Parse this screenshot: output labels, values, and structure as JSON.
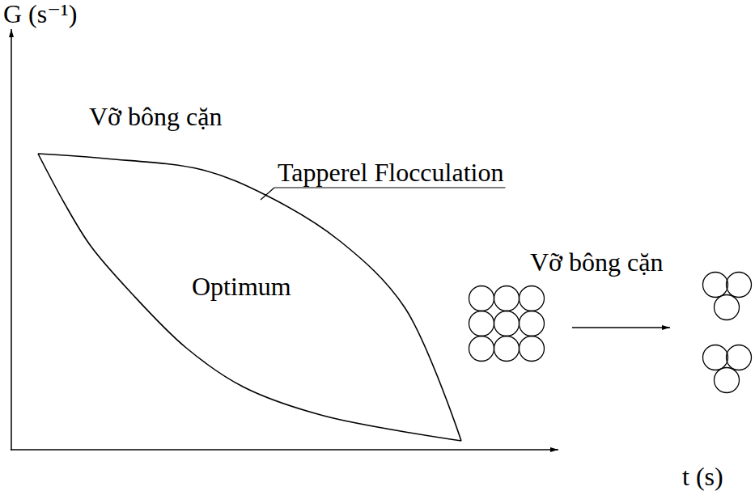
{
  "diagram": {
    "nodes": [
      {
        "text": [
          "Optimum"
        ]
      }
    ],
    "labels": [
      "G (s⁻¹)",
      "Vỡ bông cặn",
      "Tapperel Flocculation",
      "Vỡ bông cặn",
      "t (s)"
    ]
  }
}
